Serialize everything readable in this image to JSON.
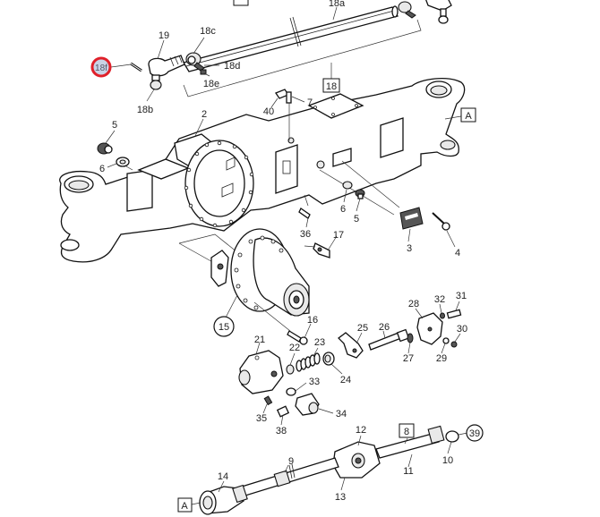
{
  "diagram": {
    "title": "Front axle exploded view",
    "highlight_color": "#e0202a",
    "highlighted_callout": "18f",
    "callouts": [
      {
        "id": "18f",
        "text": "18f",
        "highlighted": true
      },
      {
        "id": "19",
        "text": "19"
      },
      {
        "id": "18c",
        "text": "18c"
      },
      {
        "id": "18d",
        "text": "18d"
      },
      {
        "id": "18e",
        "text": "18e"
      },
      {
        "id": "18b",
        "text": "18b"
      },
      {
        "id": "18a",
        "text": "18a"
      },
      {
        "id": "18",
        "text": "18",
        "boxed": true
      },
      {
        "id": "7",
        "text": "7"
      },
      {
        "id": "40",
        "text": "40"
      },
      {
        "id": "2",
        "text": "2"
      },
      {
        "id": "5a",
        "text": "5"
      },
      {
        "id": "6a",
        "text": "6"
      },
      {
        "id": "A1",
        "text": "A",
        "boxed": true
      },
      {
        "id": "6b",
        "text": "6"
      },
      {
        "id": "5b",
        "text": "5"
      },
      {
        "id": "36",
        "text": "36"
      },
      {
        "id": "17",
        "text": "17"
      },
      {
        "id": "3",
        "text": "3"
      },
      {
        "id": "4",
        "text": "4"
      },
      {
        "id": "15",
        "text": "15",
        "circled": true
      },
      {
        "id": "16",
        "text": "16"
      },
      {
        "id": "21",
        "text": "21"
      },
      {
        "id": "22",
        "text": "22"
      },
      {
        "id": "23",
        "text": "23"
      },
      {
        "id": "24",
        "text": "24"
      },
      {
        "id": "25",
        "text": "25"
      },
      {
        "id": "26",
        "text": "26"
      },
      {
        "id": "27",
        "text": "27"
      },
      {
        "id": "28",
        "text": "28"
      },
      {
        "id": "29",
        "text": "29"
      },
      {
        "id": "30",
        "text": "30"
      },
      {
        "id": "31",
        "text": "31"
      },
      {
        "id": "32",
        "text": "32"
      },
      {
        "id": "33",
        "text": "33"
      },
      {
        "id": "34",
        "text": "34"
      },
      {
        "id": "35",
        "text": "35"
      },
      {
        "id": "38",
        "text": "38"
      },
      {
        "id": "12",
        "text": "12"
      },
      {
        "id": "8",
        "text": "8",
        "boxed": true
      },
      {
        "id": "39",
        "text": "39",
        "circled": true
      },
      {
        "id": "10",
        "text": "10"
      },
      {
        "id": "11",
        "text": "11"
      },
      {
        "id": "9",
        "text": "9"
      },
      {
        "id": "13",
        "text": "13"
      },
      {
        "id": "14",
        "text": "14"
      },
      {
        "id": "A2",
        "text": "A",
        "boxed": true
      }
    ]
  }
}
